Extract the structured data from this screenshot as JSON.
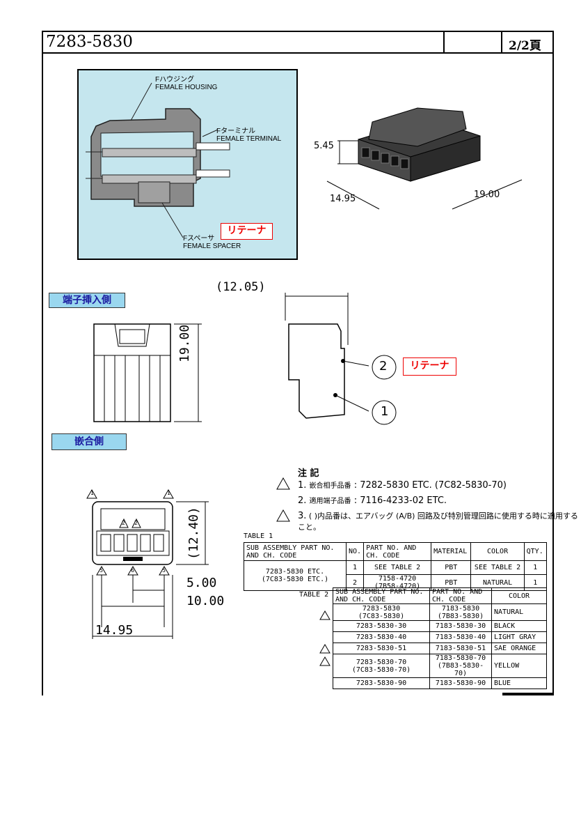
{
  "header": {
    "part_number": "7283-5830",
    "page": "2/2頁"
  },
  "photo_panel": {
    "housing_jp": "Fハウジング",
    "housing_en": "FEMALE HOUSING",
    "terminal_jp": "Fターミナル",
    "terminal_en": "FEMALE TERMINAL",
    "spacer_jp": "Fスペーサ",
    "spacer_en": "FEMALE SPACER",
    "retainer_label": "リテーナ"
  },
  "iso_view": {
    "height_dim": "5.45",
    "width_dim": "14.95",
    "depth_dim": "19.00"
  },
  "terminal_side": {
    "tag": "端子挿入側",
    "height_dim": "19.00"
  },
  "side_view": {
    "length_dim": "(12.05)",
    "callout_2": "2",
    "callout_1": "1",
    "retainer_label": "リテーナ"
  },
  "mating_side": {
    "tag": "嵌合側",
    "height_dim": "(12.40)",
    "pitch_dim": "5.00",
    "span_dim": "10.00",
    "width_dim": "14.95",
    "marker_2": "2",
    "marker_5": "5",
    "marker_6": "6",
    "marker_1": "1"
  },
  "notes": {
    "heading": "注 記",
    "note1_num": "1.",
    "note1_label": "嵌合相手品番",
    "note1_value": ": 7282-5830 ETC. (7C82-5830-70)",
    "note2_num": "2.",
    "note2_label": "適用端子品番",
    "note2_value": ": 7116-4233-02 ETC.",
    "note3_num": "3.",
    "note3_text": "( )内品番は、エアバッグ (A/B) 回路及び特別管理回路に使用する時に適用すること。"
  },
  "table1": {
    "caption": "TABLE 1",
    "headers": [
      "SUB ASSEMBLY PART NO. AND CH. CODE",
      "NO.",
      "PART NO. AND CH. CODE",
      "MATERIAL",
      "COLOR",
      "QTY."
    ],
    "sub_assembly": "7283-5830 ETC.",
    "sub_assembly_alt": "(7C83-5830 ETC.)",
    "rows": [
      {
        "no": "1",
        "part": "SEE TABLE 2",
        "part_alt": "",
        "material": "PBT",
        "color": "SEE TABLE 2",
        "qty": "1"
      },
      {
        "no": "2",
        "part": "7158-4720",
        "part_alt": "(7B58-4720)",
        "material": "PBT",
        "color": "NATURAL",
        "qty": "1"
      }
    ]
  },
  "table2": {
    "caption": "TABLE 2",
    "headers": [
      "SUB ASSEMBLY PART NO. AND CH. CODE",
      "PART NO. AND CH. CODE",
      "COLOR"
    ],
    "rows": [
      {
        "sub": "7283-5830",
        "sub_alt": "(7C83-5830)",
        "part": "7183-5830",
        "part_alt": "(7B83-5830)",
        "color": "NATURAL"
      },
      {
        "sub": "7283-5830-30",
        "sub_alt": "",
        "part": "7183-5830-30",
        "part_alt": "",
        "color": "BLACK"
      },
      {
        "sub": "7283-5830-40",
        "sub_alt": "",
        "part": "7183-5830-40",
        "part_alt": "",
        "color": "LIGHT GRAY"
      },
      {
        "sub": "7283-5830-51",
        "sub_alt": "",
        "part": "7183-5830-51",
        "part_alt": "",
        "color": "SAE ORANGE"
      },
      {
        "sub": "7283-5830-70",
        "sub_alt": "(7C83-5830-70)",
        "part": "7183-5830-70",
        "part_alt": "(7B83-5830-70)",
        "color": "YELLOW"
      },
      {
        "sub": "7283-5830-90",
        "sub_alt": "",
        "part": "7183-5830-90",
        "part_alt": "",
        "color": "BLUE"
      }
    ]
  }
}
